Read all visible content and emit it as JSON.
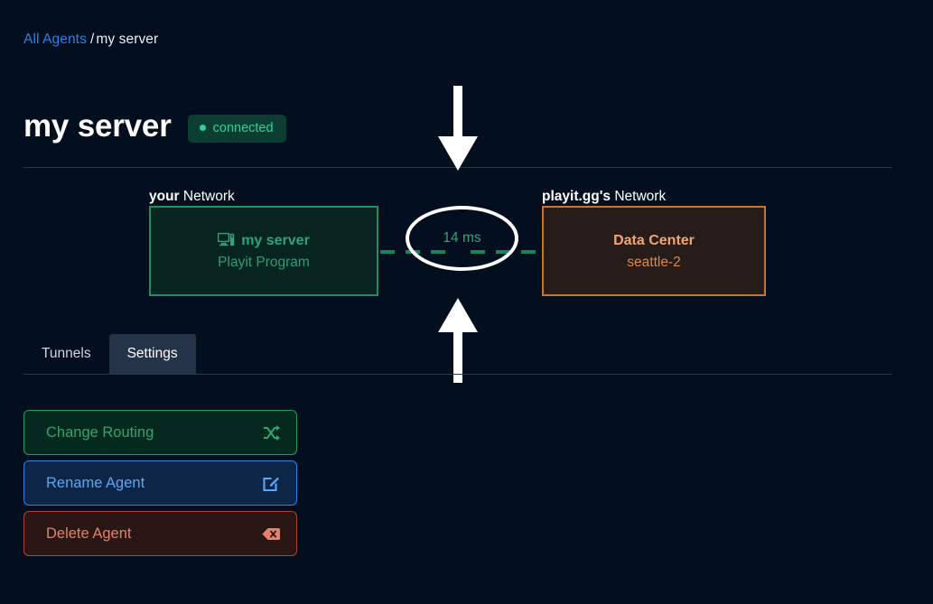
{
  "breadcrumb": {
    "link_label": "All Agents",
    "separator": "/",
    "current": "my server"
  },
  "header": {
    "title": "my server",
    "status": {
      "label": "connected",
      "dot_icon": "status-dot-icon",
      "color": "#2fd39a",
      "bg": "#0b3d31"
    }
  },
  "diagram": {
    "left": {
      "label_strong": "your",
      "label_rest": " Network",
      "box_title": "my server",
      "box_subtitle": "Playit Program",
      "icon": "desktop-computer-icon",
      "border_color": "#1f8f62",
      "bg_color": "#07241f"
    },
    "right": {
      "label_strong": "playit.gg's",
      "label_rest": " Network",
      "box_title": "Data Center",
      "box_subtitle": "seattle-2",
      "border_color": "#c8762f",
      "bg_color": "#271c19"
    },
    "latency": {
      "value": "14 ms",
      "color": "#2fa37a"
    },
    "arrows": {
      "down_icon": "arrow-down-icon",
      "up_icon": "arrow-up-icon",
      "color": "#ffffff"
    },
    "connector": {
      "style": "dashed",
      "color": "#17845c"
    }
  },
  "tabs": [
    {
      "label": "Tunnels",
      "active": false
    },
    {
      "label": "Settings",
      "active": true
    }
  ],
  "actions": [
    {
      "label": "Change Routing",
      "icon": "shuffle-icon",
      "color": "#2fa66f",
      "border": "#1f9c66",
      "bg": "#05281f"
    },
    {
      "label": "Rename Agent",
      "icon": "edit-pencil-square-icon",
      "color": "#5ca6f5",
      "border": "#2b7fe0",
      "bg": "#0d2647"
    },
    {
      "label": "Delete Agent",
      "icon": "backspace-delete-icon",
      "color": "#e87f68",
      "border": "#b2402f",
      "bg": "#2a1715"
    }
  ]
}
